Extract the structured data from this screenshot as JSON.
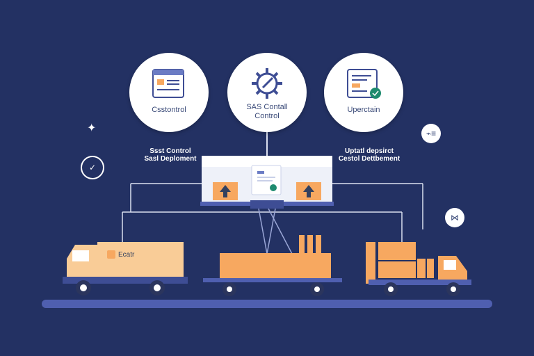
{
  "nodes": [
    {
      "label": "Csstontrol",
      "icon": "document-icon"
    },
    {
      "label": "SAS Contall\nControl",
      "icon": "gear-wrench-icon"
    },
    {
      "label": "Uperctain",
      "icon": "checklist-icon"
    }
  ],
  "side_labels": {
    "left": "Ssst Control\nSasl Deploment",
    "right": "Uptatl depsirct\nCestol Dettbement"
  },
  "small_icons": {
    "right_top": "⌁≡",
    "right_mid": "⋈",
    "left_check": "✓",
    "sparkle": "✦"
  },
  "trucks": {
    "left_badge": "Ecatr"
  },
  "colors": {
    "background": "#233163",
    "orange": "#f7a860",
    "cream": "#f9cc97",
    "line": "#dbe0f0",
    "ground": "#4f5fb0"
  }
}
